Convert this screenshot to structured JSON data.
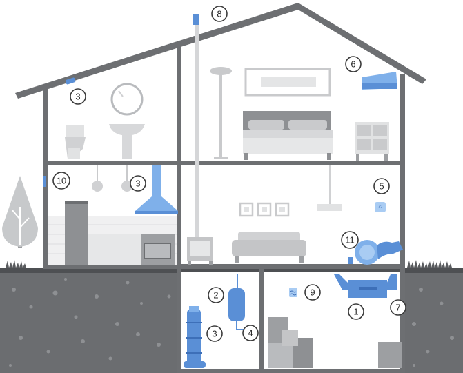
{
  "markers": [
    {
      "id": "m8",
      "label": "8"
    },
    {
      "id": "m6",
      "label": "6"
    },
    {
      "id": "m3a",
      "label": "3"
    },
    {
      "id": "m10",
      "label": "10"
    },
    {
      "id": "m3b",
      "label": "3"
    },
    {
      "id": "m5",
      "label": "5"
    },
    {
      "id": "m11",
      "label": "11"
    },
    {
      "id": "m2",
      "label": "2"
    },
    {
      "id": "m9",
      "label": "9"
    },
    {
      "id": "m1",
      "label": "1"
    },
    {
      "id": "m7",
      "label": "7"
    },
    {
      "id": "m3c",
      "label": "3"
    },
    {
      "id": "m4",
      "label": "4"
    }
  ],
  "thermostat_text": "72",
  "colors": {
    "wall": "#6d6f72",
    "equipment_blue": "#5a8fd6",
    "equipment_light_blue": "#7fb0ea",
    "ground": "#6b6d70",
    "furniture_grey": "#b9bbbe"
  }
}
